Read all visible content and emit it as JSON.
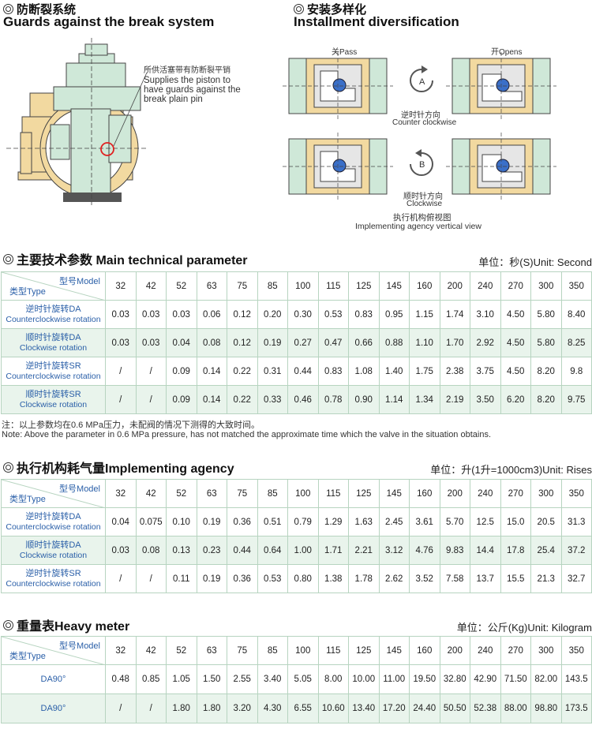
{
  "section1": {
    "title_cn": "防断裂系统",
    "title_en": "Guards against the break system",
    "label_cn": "所供活塞带有防断裂平销",
    "label_en1": "Supplies the piston to",
    "label_en2": "have guards against the",
    "label_en3": "break plain pin"
  },
  "section2": {
    "title_cn": "安装多样化",
    "title_en": "Installment diversification",
    "pass": "关Pass",
    "opens": "开Opens",
    "a": "A",
    "b": "B",
    "ccw_cn": "逆时针方向",
    "ccw_en": "Counter clockwise",
    "cw_cn": "顺时针方向",
    "cw_en": "Clockwise",
    "view_cn": "执行机构俯视图",
    "view_en": "Implementing agency vertical view"
  },
  "colors": {
    "accent": "#2a5fa8",
    "rowAlt": "#e9f4ec",
    "border": "#b7d4c0",
    "cylinder": "#f2d9a0",
    "body": "#cfe8d8",
    "marker": "#e02020"
  },
  "header": {
    "model": "型号Model",
    "type": "类型Type"
  },
  "models": [
    "32",
    "42",
    "52",
    "63",
    "75",
    "85",
    "100",
    "115",
    "125",
    "145",
    "160",
    "200",
    "240",
    "270",
    "300",
    "350"
  ],
  "table1": {
    "title": "主要技术参数 Main technical parameter",
    "unit": "单位：秒(S)Unit: Second",
    "rows": [
      {
        "cn": "逆时针旋转DA",
        "en": "Counterclockwise rotation",
        "values": [
          "0.03",
          "0.03",
          "0.03",
          "0.06",
          "0.12",
          "0.20",
          "0.30",
          "0.53",
          "0.83",
          "0.95",
          "1.15",
          "1.74",
          "3.10",
          "4.50",
          "5.80",
          "8.40"
        ]
      },
      {
        "cn": "顺时针旋转DA",
        "en": "Clockwise rotation",
        "values": [
          "0.03",
          "0.03",
          "0.04",
          "0.08",
          "0.12",
          "0.19",
          "0.27",
          "0.47",
          "0.66",
          "0.88",
          "1.10",
          "1.70",
          "2.92",
          "4.50",
          "5.80",
          "8.25"
        ]
      },
      {
        "cn": "逆时针旋转SR",
        "en": "Counterclockwise rotation",
        "values": [
          "/",
          "/",
          "0.09",
          "0.14",
          "0.22",
          "0.31",
          "0.44",
          "0.83",
          "1.08",
          "1.40",
          "1.75",
          "2.38",
          "3.75",
          "4.50",
          "8.20",
          "9.8"
        ]
      },
      {
        "cn": "顺时针旋转SR",
        "en": "Clockwise rotation",
        "values": [
          "/",
          "/",
          "0.09",
          "0.14",
          "0.22",
          "0.33",
          "0.46",
          "0.78",
          "0.90",
          "1.14",
          "1.34",
          "2.19",
          "3.50",
          "6.20",
          "8.20",
          "9.75"
        ]
      }
    ],
    "note_cn": "注：以上参数均在0.6 MPa压力，未配阀的情况下测得的大致时间。",
    "note_en": "Note: Above the parameter in 0.6 MPa pressure, has not matched the approximate time which the valve in the situation obtains."
  },
  "table2": {
    "title": "执行机构耗气量Implementing agency",
    "unit": "单位：升(1升=1000cm3)Unit: Rises",
    "rows": [
      {
        "cn": "逆时针旋转DA",
        "en": "Counterclockwise rotation",
        "values": [
          "0.04",
          "0.075",
          "0.10",
          "0.19",
          "0.36",
          "0.51",
          "0.79",
          "1.29",
          "1.63",
          "2.45",
          "3.61",
          "5.70",
          "12.5",
          "15.0",
          "20.5",
          "31.3"
        ]
      },
      {
        "cn": "顺时针旋转DA",
        "en": "Clockwise rotation",
        "values": [
          "0.03",
          "0.08",
          "0.13",
          "0.23",
          "0.44",
          "0.64",
          "1.00",
          "1.71",
          "2.21",
          "3.12",
          "4.76",
          "9.83",
          "14.4",
          "17.8",
          "25.4",
          "37.2"
        ]
      },
      {
        "cn": "逆时针旋转SR",
        "en": "Counterclockwise rotation",
        "values": [
          "/",
          "/",
          "0.11",
          "0.19",
          "0.36",
          "0.53",
          "0.80",
          "1.38",
          "1.78",
          "2.62",
          "3.52",
          "7.58",
          "13.7",
          "15.5",
          "21.3",
          "32.7"
        ]
      }
    ]
  },
  "table3": {
    "title": "重量表Heavy meter",
    "unit": "单位：公斤(Kg)Unit: Kilogram",
    "rows": [
      {
        "label": "DA90°",
        "values": [
          "0.48",
          "0.85",
          "1.05",
          "1.50",
          "2.55",
          "3.40",
          "5.05",
          "8.00",
          "10.00",
          "11.00",
          "19.50",
          "32.80",
          "42.90",
          "71.50",
          "82.00",
          "143.5"
        ]
      },
      {
        "label": "DA90°",
        "values": [
          "/",
          "/",
          "1.80",
          "1.80",
          "3.20",
          "4.30",
          "6.55",
          "10.60",
          "13.40",
          "17.20",
          "24.40",
          "50.50",
          "52.38",
          "88.00",
          "98.80",
          "173.5"
        ]
      }
    ]
  }
}
